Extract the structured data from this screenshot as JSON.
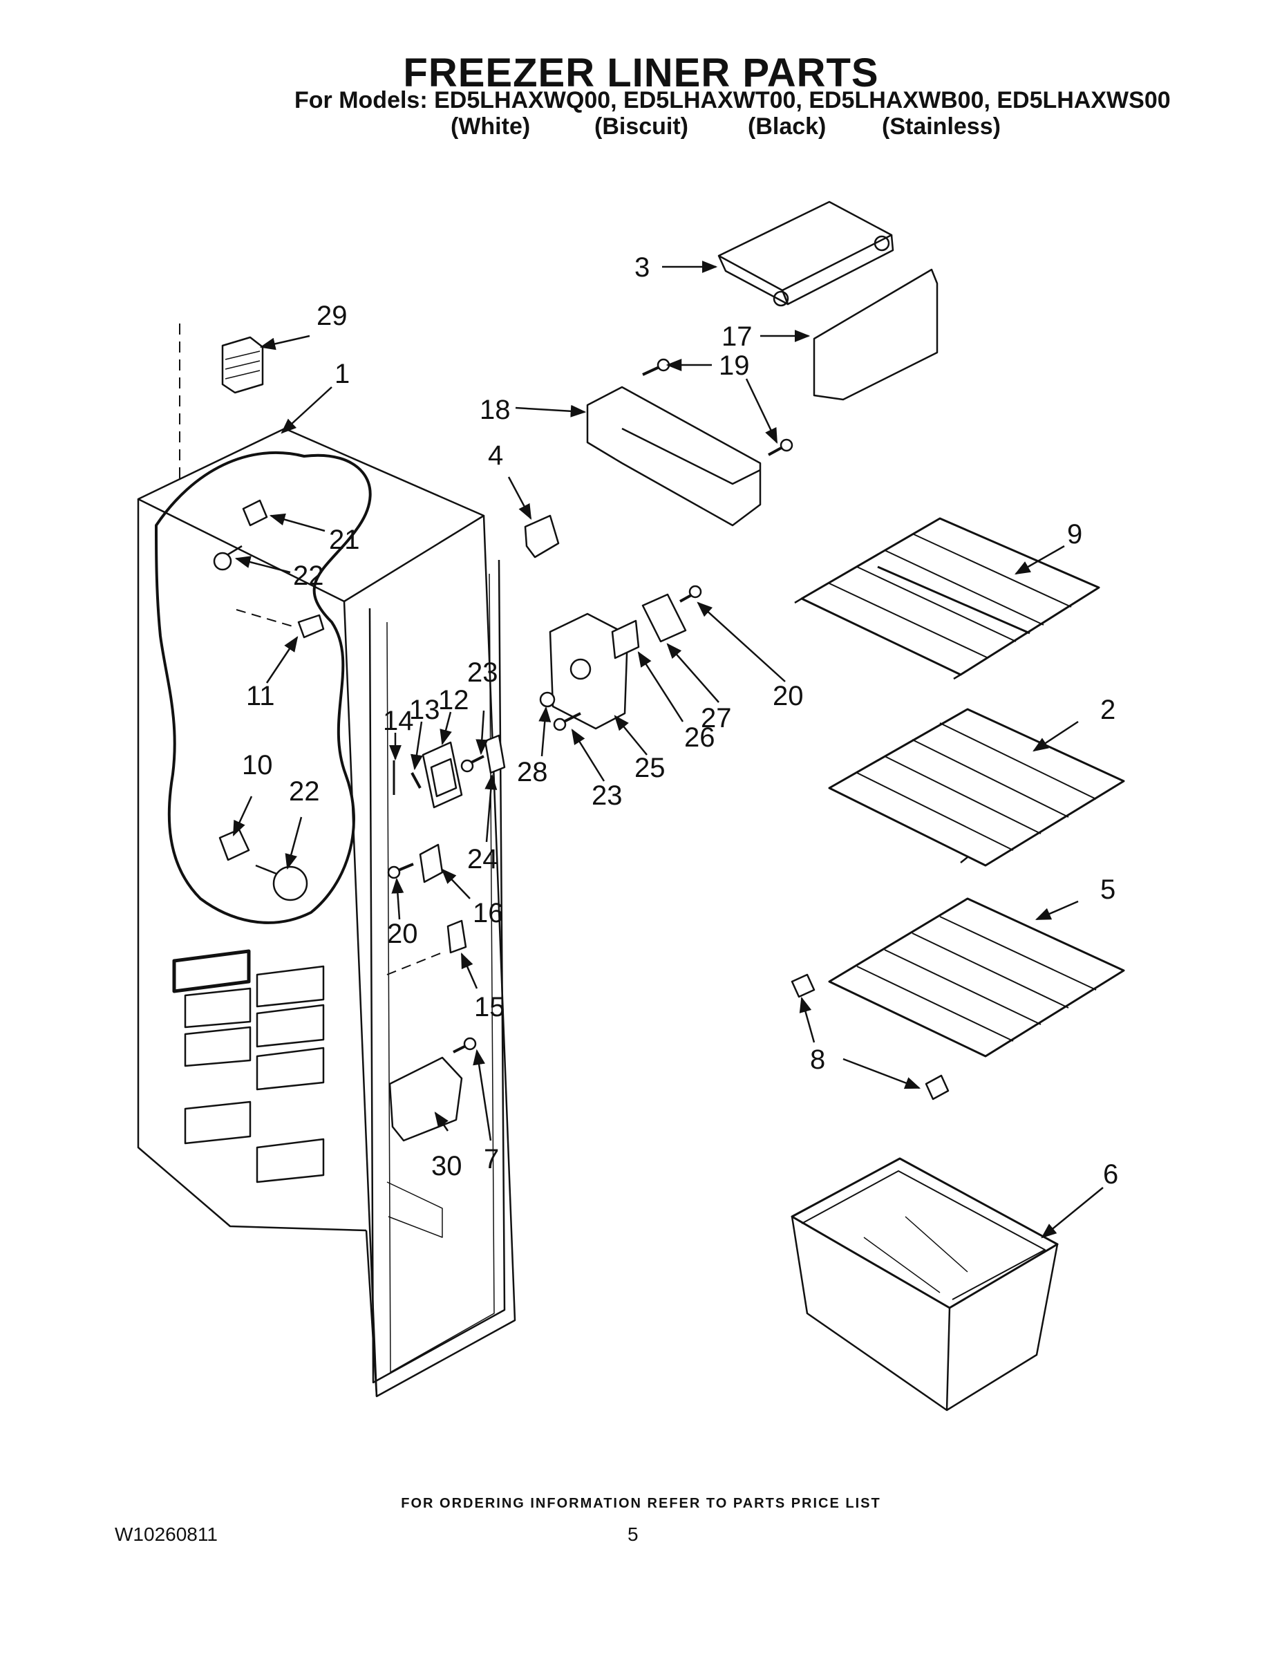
{
  "title": "FREEZER LINER PARTS",
  "models_line": "For Models: ED5LHAXWQ00, ED5LHAXWT00, ED5LHAXWB00, ED5LHAXWS00",
  "colors": [
    "(White)",
    "(Biscuit)",
    "(Black)",
    "(Stainless)"
  ],
  "callouts": {
    "p1": "1",
    "p2": "2",
    "p3": "3",
    "p4": "4",
    "p5": "5",
    "p6": "6",
    "p7": "7",
    "p8": "8",
    "p9": "9",
    "p10": "10",
    "p11": "11",
    "p12": "12",
    "p13": "13",
    "p14": "14",
    "p15": "15",
    "p16": "16",
    "p17": "17",
    "p18": "18",
    "p19": "19",
    "p20a": "20",
    "p20b": "20",
    "p21": "21",
    "p22a": "22",
    "p22b": "22",
    "p23a": "23",
    "p23b": "23",
    "p24": "24",
    "p25": "25",
    "p26": "26",
    "p27": "27",
    "p28": "28",
    "p29": "29",
    "p30": "30"
  },
  "footer": "FOR ORDERING INFORMATION REFER TO PARTS PRICE LIST",
  "doc_number": "W10260811",
  "page_number": "5"
}
